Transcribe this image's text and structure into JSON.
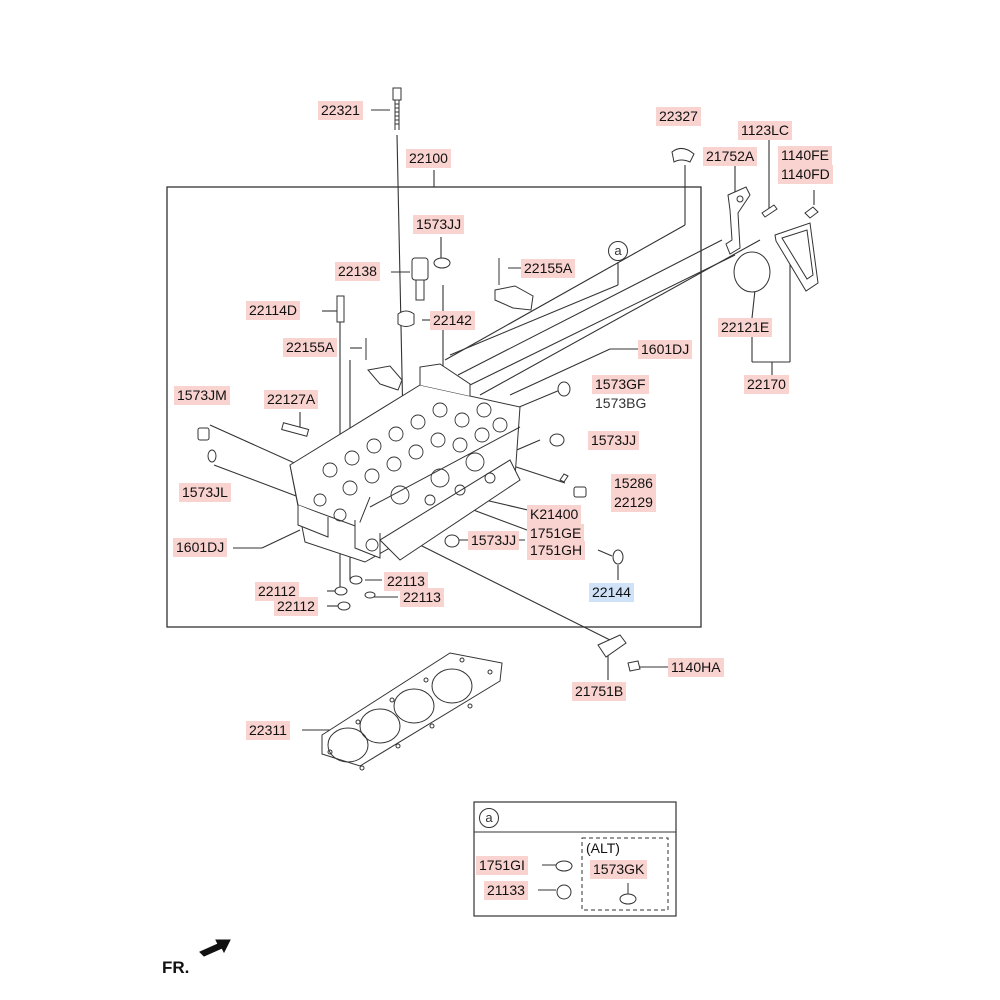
{
  "labels": {
    "p22321": "22321",
    "p22100": "22100",
    "p1573JJ_top": "1573JJ",
    "p22138": "22138",
    "p22155A_top": "22155A",
    "p22114D": "22114D",
    "p22142": "22142",
    "p22155A_mid": "22155A",
    "p1573JM": "1573JM",
    "p22127A": "22127A",
    "p1573JL": "1573JL",
    "p1601DJ_left": "1601DJ",
    "p22112_a": "22112",
    "p22112_b": "22112",
    "p22113_a": "22113",
    "p22113_b": "22113",
    "p22327": "22327",
    "p1123LC": "1123LC",
    "p21752A": "21752A",
    "p1140FE": "1140FE",
    "p1140FD": "1140FD",
    "p22121E": "22121E",
    "p22170": "22170",
    "p1601DJ_right": "1601DJ",
    "p1573GF": "1573GF",
    "p1573BG": "1573BG",
    "p1573JJ_right": "1573JJ",
    "p15286": "15286",
    "p22129": "22129",
    "pK21400": "K21400",
    "p1751GE": "1751GE",
    "p1573JJ_low": "1573JJ",
    "p1751GH": "1751GH",
    "p22144": "22144",
    "p1140HA": "1140HA",
    "p21751B": "21751B",
    "p22311": "22311",
    "p1751GI": "1751GI",
    "p21133": "21133",
    "p1573GK": "1573GK"
  },
  "callout_letter": "a",
  "alt_text": "(ALT)",
  "front_marker": "FR.",
  "colors": {
    "label_red": "#f9d3d0",
    "label_blue": "#cfe2f7",
    "line": "#333333"
  }
}
